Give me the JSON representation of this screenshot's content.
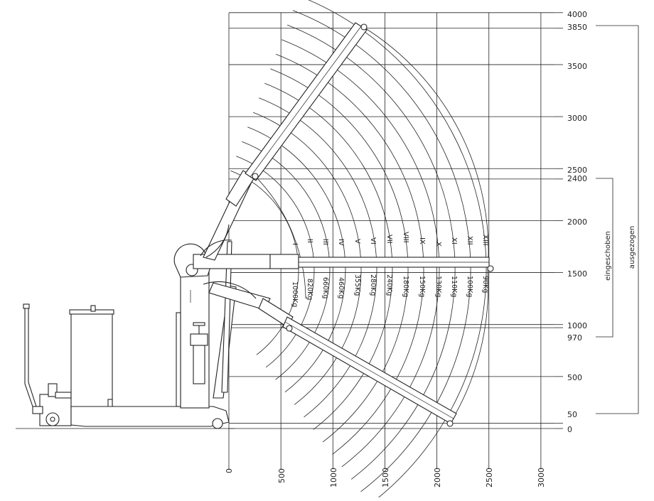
{
  "y_axis_ticks": [
    "4000",
    "3850",
    "3500",
    "3000",
    "2500",
    "2400",
    "2000",
    "1500",
    "1000",
    "970",
    "500",
    "50",
    "0"
  ],
  "x_axis_ticks": [
    "0",
    "500",
    "1000",
    "1500",
    "2000",
    "2500",
    "3000"
  ],
  "range_labels": {
    "retracted": "eingeschoben",
    "extended": "ausgezogen"
  },
  "load_zones": [
    {
      "zone": "I",
      "load": "1000Kg"
    },
    {
      "zone": "II",
      "load": "820Kg"
    },
    {
      "zone": "III",
      "load": "660Kg"
    },
    {
      "zone": "IV",
      "load": "460Kg"
    },
    {
      "zone": "V",
      "load": "355Kg"
    },
    {
      "zone": "VI",
      "load": "280Kg"
    },
    {
      "zone": "VII",
      "load": "240Kg"
    },
    {
      "zone": "VIII",
      "load": "180Kg"
    },
    {
      "zone": "IX",
      "load": "150Kg"
    },
    {
      "zone": "X",
      "load": "130Kg"
    },
    {
      "zone": "XI",
      "load": "110Kg"
    },
    {
      "zone": "XII",
      "load": "100Kg"
    },
    {
      "zone": "XIII",
      "load": "90Kg"
    }
  ],
  "colors": {
    "line": "#222222",
    "background": "#ffffff"
  }
}
